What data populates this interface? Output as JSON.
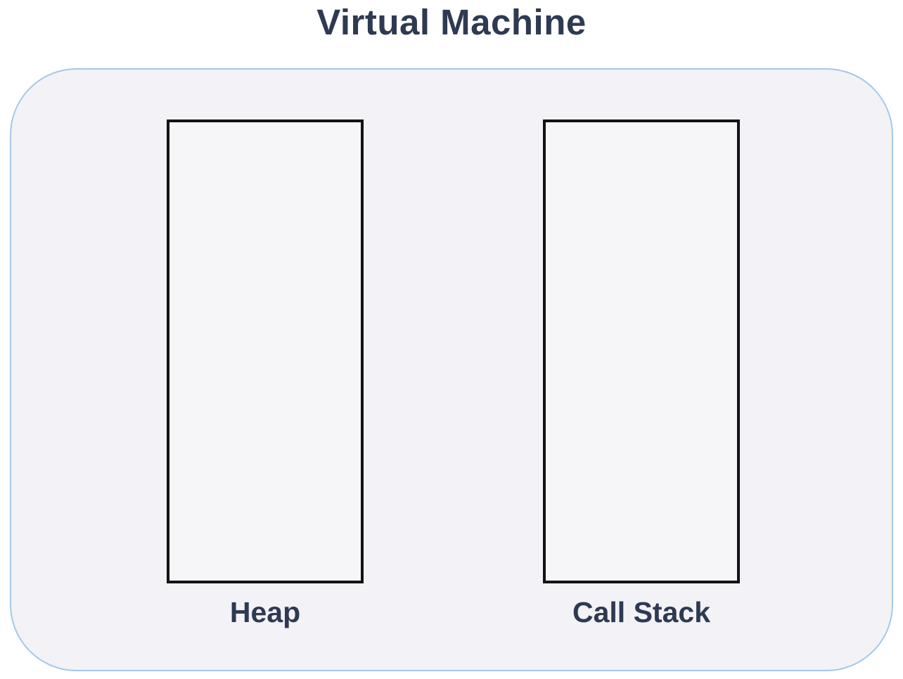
{
  "diagram": {
    "title": "Virtual Machine",
    "container": {
      "name": "virtual-machine",
      "regions": [
        {
          "id": "heap",
          "label": "Heap"
        },
        {
          "id": "call-stack",
          "label": "Call Stack"
        }
      ]
    },
    "colors": {
      "page_background": "#ffffff",
      "title_text": "#2e3a52",
      "container_fill": "#f2f2f7",
      "container_border": "#a5c8e8",
      "box_fill": "#f6f6f9",
      "box_border": "#131313",
      "label_text": "#2e3a52"
    }
  }
}
